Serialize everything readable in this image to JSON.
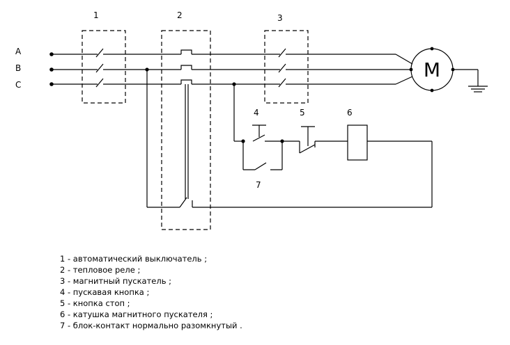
{
  "phases": [
    "A",
    "B",
    "C"
  ],
  "block_numbers": [
    "1",
    "2",
    "3",
    "4",
    "5",
    "6",
    "7"
  ],
  "motor_label": "M",
  "legend": [
    "1 - автоматический выключатель ;",
    "2 - тепловое реле ;",
    "3 - магнитный пускатель ;",
    "4 - пускавая кнопка ;",
    "5 - кнопка стоп ;",
    "6 - катушка магнитного пускателя ;",
    "7 - блок-контакт нормально разомкнутый ."
  ]
}
